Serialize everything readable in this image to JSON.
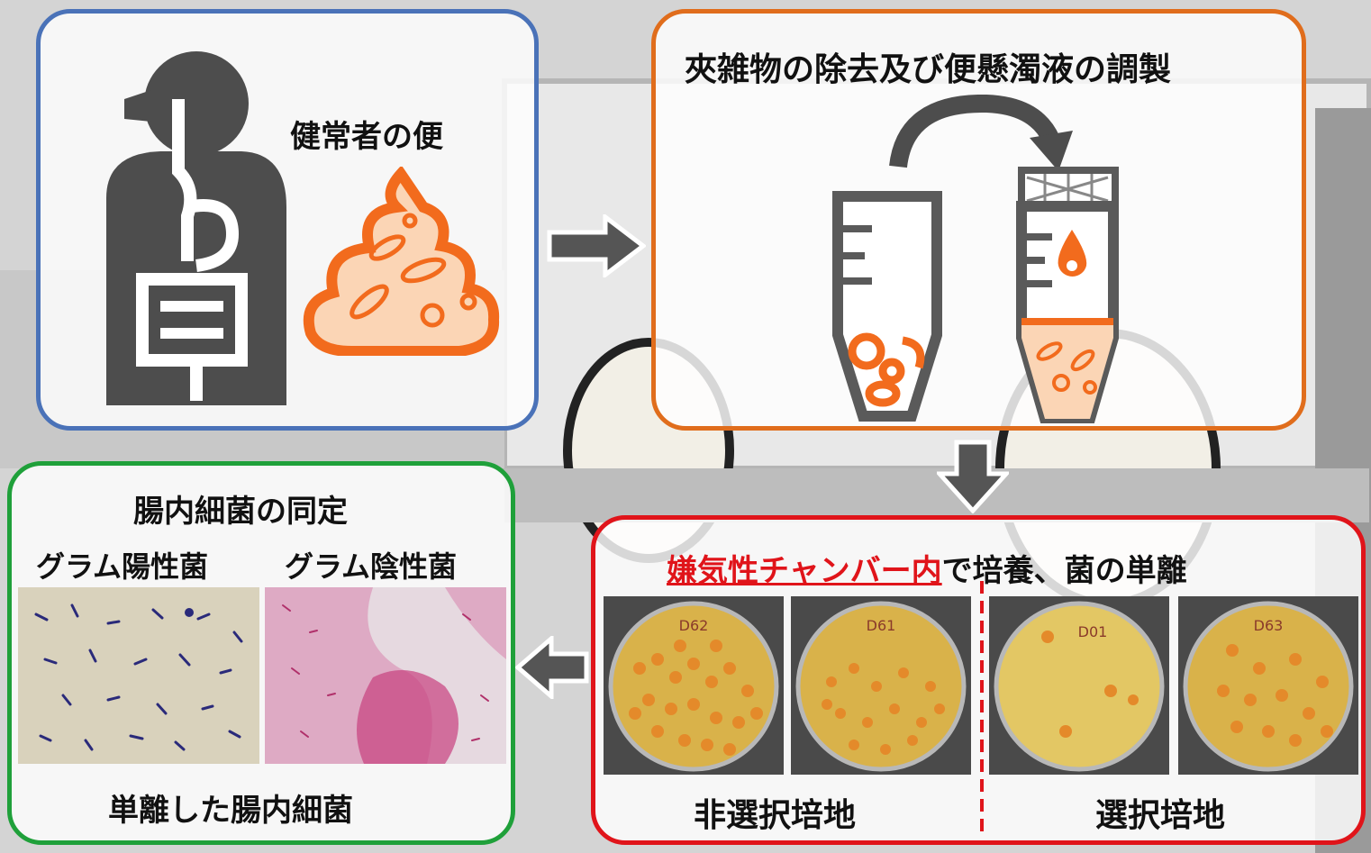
{
  "panels": {
    "source": {
      "title": "健常者の便"
    },
    "preparation": {
      "title": "夾雑物の除去及び便懸濁液の調製"
    },
    "identification": {
      "title": "腸内細菌の同定",
      "gram_positive": "グラム陽性菌",
      "gram_negative": "グラム陰性菌",
      "footer": "単離した腸内細菌"
    },
    "culture": {
      "title_highlight": "嫌気性チャンバー内",
      "title_rest": "で培養、菌の単離",
      "non_selective": "非選択培地",
      "selective": "選択培地"
    }
  },
  "plate_labels": [
    "D62",
    "D61",
    "D01",
    "D63"
  ],
  "colors": {
    "blue_border": "#4a72b8",
    "orange_border": "#e06d1c",
    "green_border": "#1fa03a",
    "red_border": "#e0141a",
    "icon_gray": "#4d4d4d",
    "accent_orange": "#f26b1d"
  },
  "icons": [
    "human-digestive-icon",
    "stool-bacteria-icon",
    "tube-icon",
    "filter-tube-icon",
    "curved-arrow-icon"
  ]
}
